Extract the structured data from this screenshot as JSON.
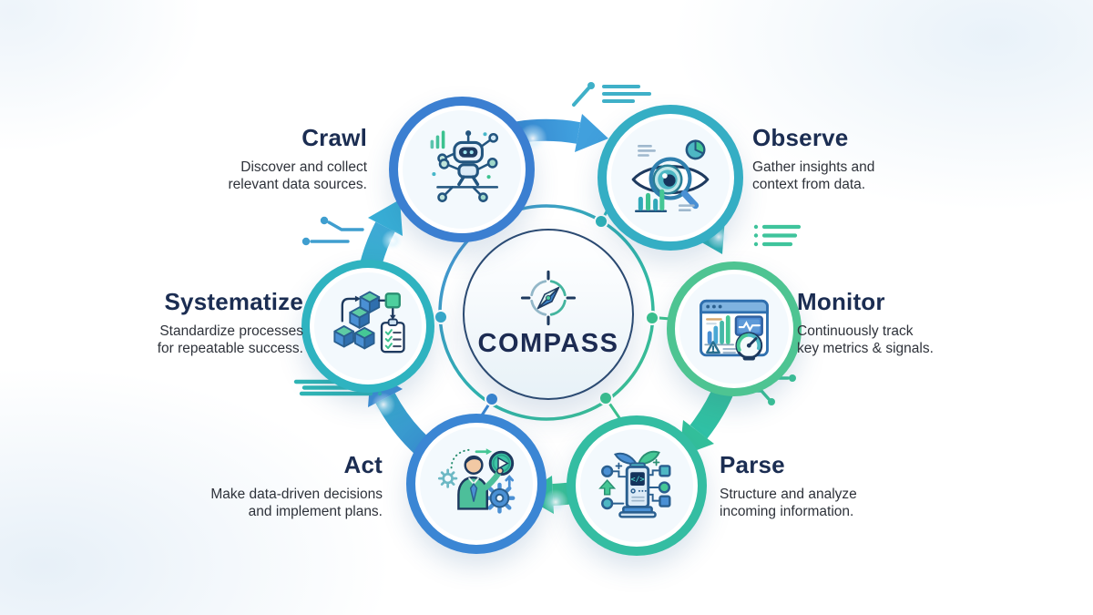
{
  "diagram_title": "COMPASS",
  "center": {
    "label": "COMPASS",
    "icon": "compass-icon"
  },
  "stages": [
    {
      "id": "crawl",
      "label": "Crawl",
      "description_lines": [
        "Discover and collect",
        "relevant data sources."
      ],
      "icon": "robot-icon",
      "ring_color": "#3b7fd1",
      "text_align": "right"
    },
    {
      "id": "observe",
      "label": "Observe",
      "description_lines": [
        "Gather insights and",
        "context from data."
      ],
      "icon": "eye-magnifier-icon",
      "ring_color": "#35aec4",
      "text_align": "left"
    },
    {
      "id": "monitor",
      "label": "Monitor",
      "description_lines": [
        "Continuously track",
        "key metrics & signals."
      ],
      "icon": "dashboard-gauge-icon",
      "ring_color": "#4ec492",
      "text_align": "left"
    },
    {
      "id": "parse",
      "label": "Parse",
      "description_lines": [
        "Structure and analyze",
        "incoming information."
      ],
      "icon": "parser-machine-icon",
      "icon_text": "</>",
      "ring_color": "#34bda2",
      "text_align": "left"
    },
    {
      "id": "act",
      "label": "Act",
      "description_lines": [
        "Make data-driven decisions",
        "and implement plans."
      ],
      "icon": "person-play-gears-icon",
      "ring_color": "#3b86d4",
      "text_align": "right"
    },
    {
      "id": "systematize",
      "label": "Systematize",
      "description_lines": [
        "Standardize processes",
        "for repeatable success."
      ],
      "icon": "cubes-checklist-icon",
      "ring_color": "#2fb3c0",
      "text_align": "right"
    }
  ],
  "flow": {
    "type": "cycle",
    "direction": "clockwise",
    "sequence": [
      "Crawl",
      "Observe",
      "Monitor",
      "Parse",
      "Act",
      "Systematize"
    ]
  },
  "palette": {
    "arrow_blue": "#3b86d1",
    "arrow_teal": "#2fb4ab",
    "arrow_green": "#3cc28f",
    "title_color": "#1b2d52",
    "description_color": "#2e323a",
    "center_border": "#2b4a72",
    "background": "#ffffff"
  }
}
